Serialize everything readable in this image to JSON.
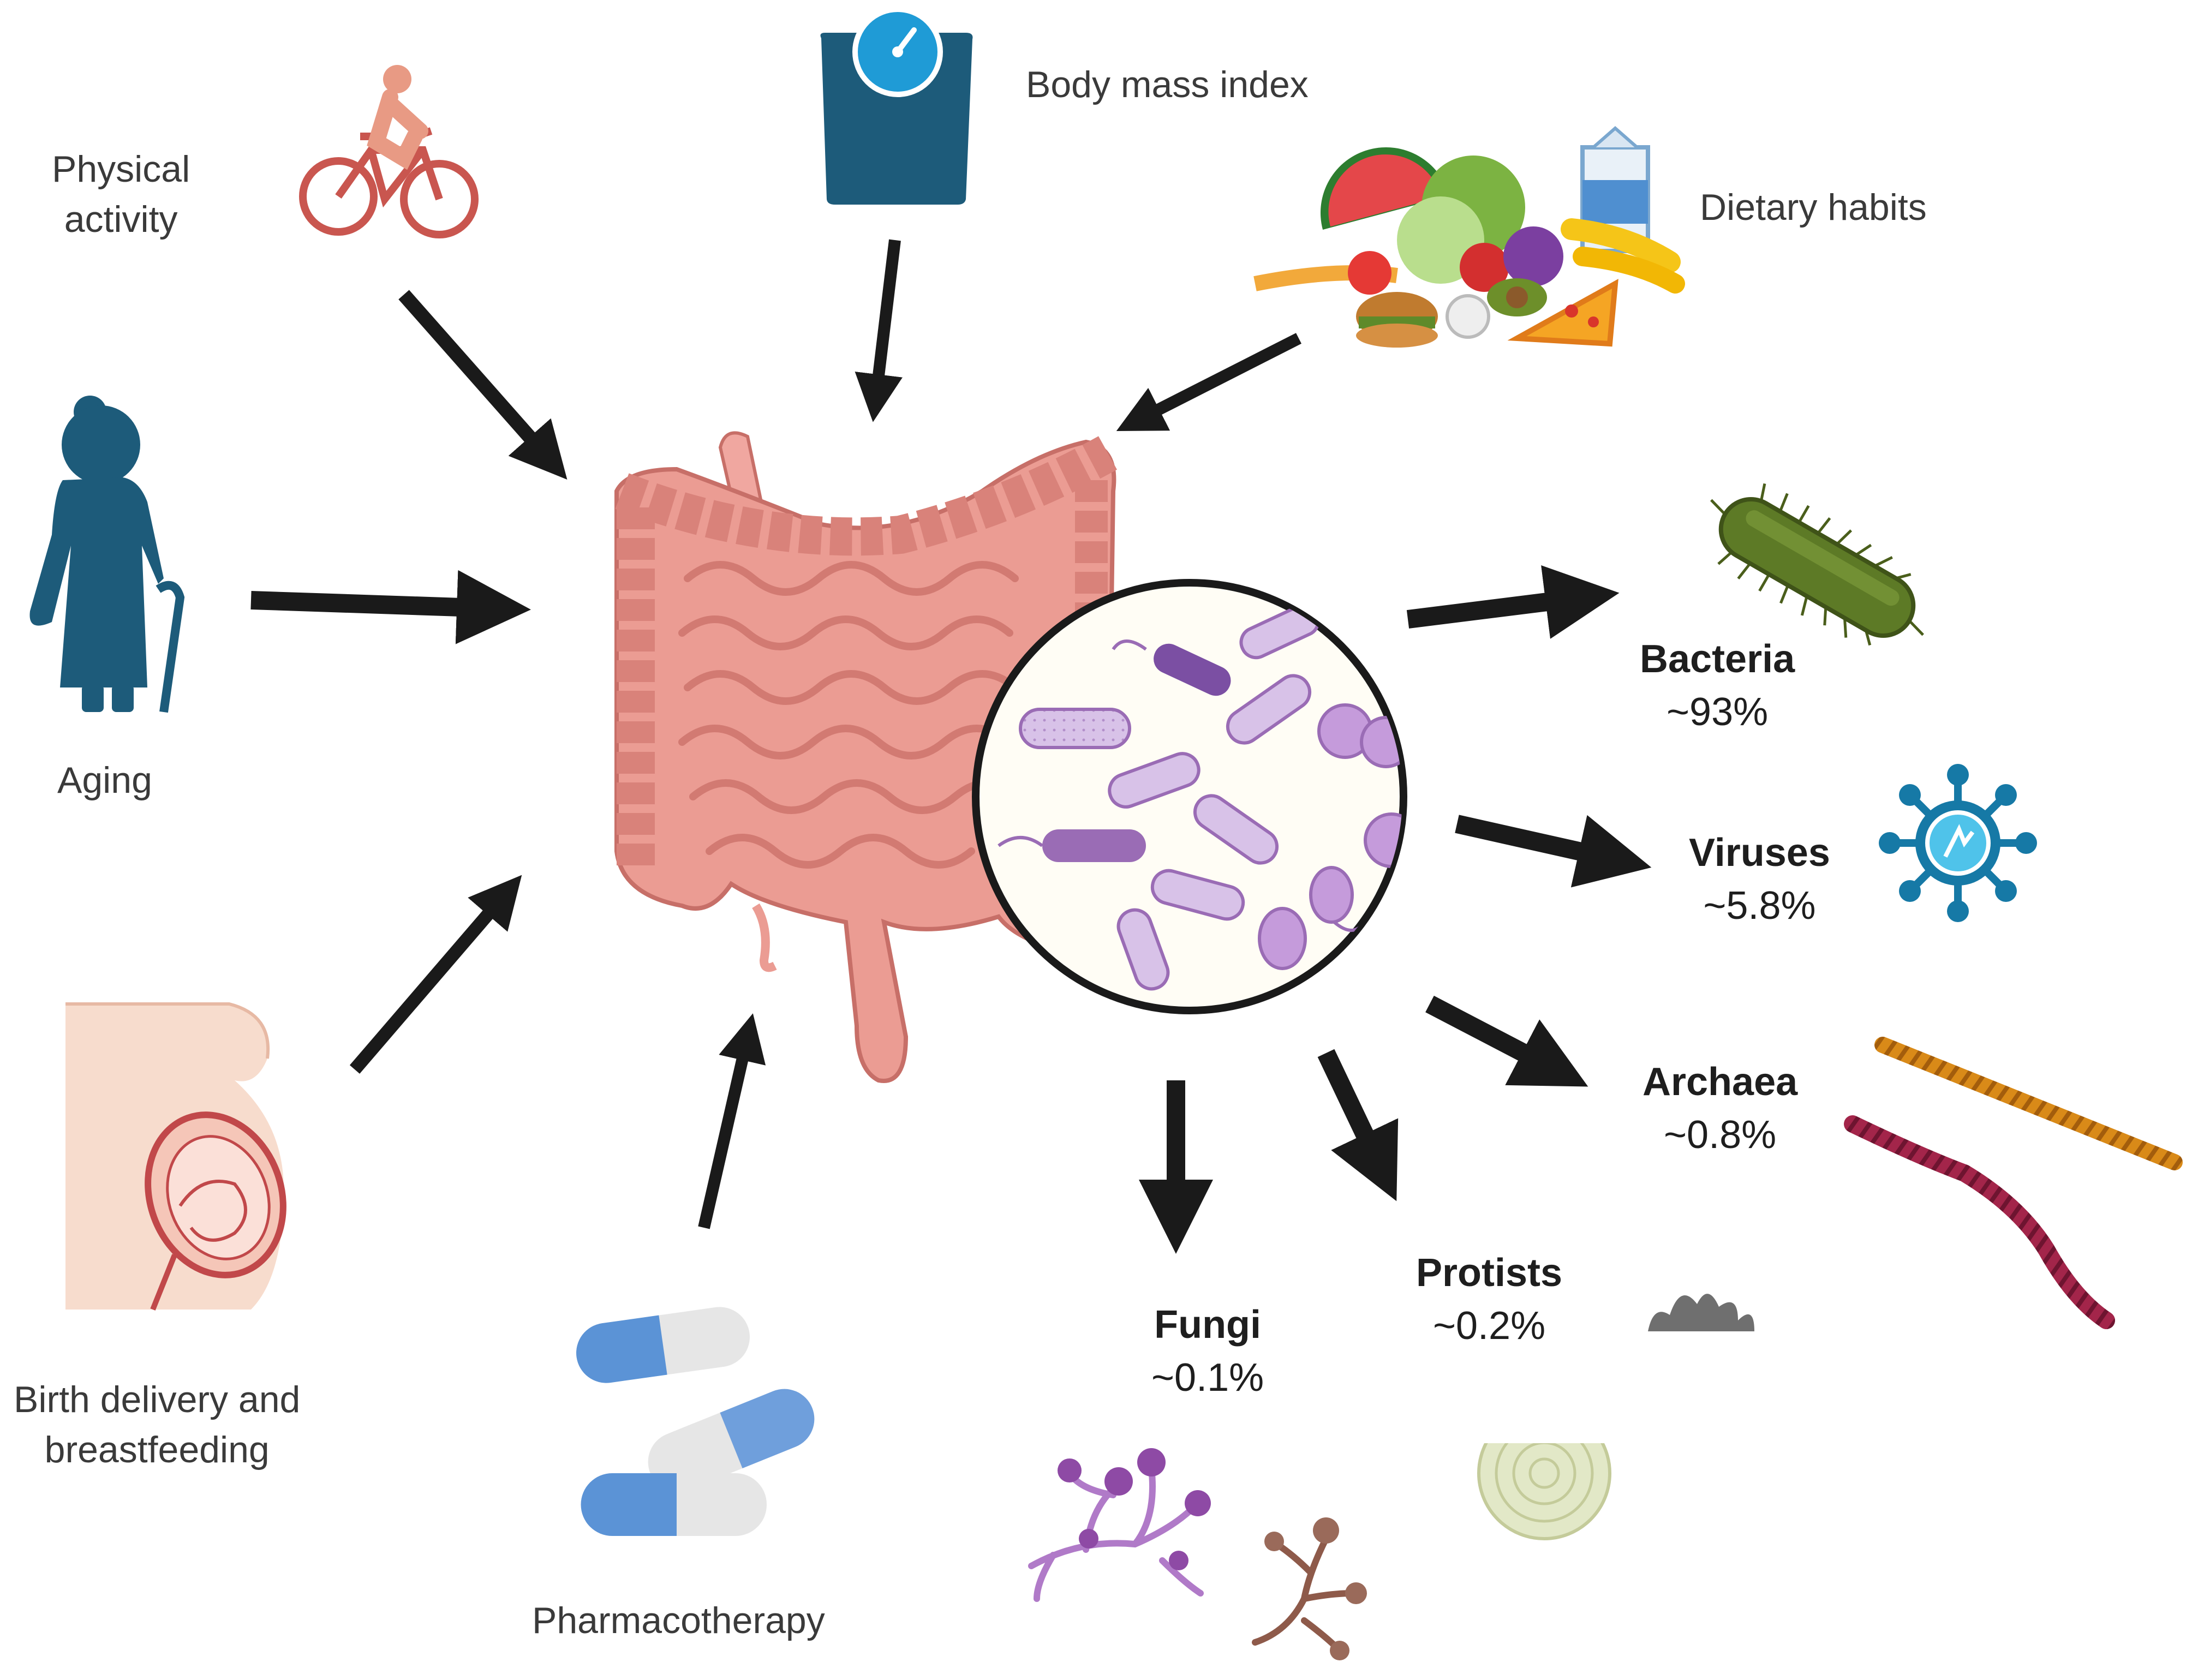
{
  "factors": {
    "physical_activity": {
      "line1": "Physical",
      "line2": "activity",
      "icon": "cyclist-icon"
    },
    "body_mass_index": {
      "label": "Body mass index",
      "icon": "weighing-scale-icon"
    },
    "dietary_habits": {
      "label": "Dietary habits",
      "icon": "food-icon"
    },
    "aging": {
      "label": "Aging",
      "icon": "elderly-person-icon"
    },
    "birth": {
      "line1": "Birth delivery and",
      "line2": "breastfeeding",
      "icon": "pregnancy-icon"
    },
    "pharmacotherapy": {
      "label": "Pharmacotherapy",
      "icon": "pills-icon"
    }
  },
  "center": {
    "organ": "intestine-icon",
    "detail": "microbes-magnifier"
  },
  "microbiota": [
    {
      "key": "bacteria",
      "name": "Bacteria",
      "share": "~93%",
      "icon": "bacterium-icon"
    },
    {
      "key": "viruses",
      "name": "Viruses",
      "share": "~5.8%",
      "icon": "virus-icon"
    },
    {
      "key": "archaea",
      "name": "Archaea",
      "share": "~0.8%",
      "icon": "archaea-icon"
    },
    {
      "key": "protists",
      "name": "Protists",
      "share": "~0.2%",
      "icon": "protist-icon"
    },
    {
      "key": "fungi",
      "name": "Fungi",
      "share": "~0.1%",
      "icon": "fungi-icon"
    }
  ],
  "colors": {
    "intestine": "#eb9c93",
    "intestine_dark": "#c76f68",
    "teal": "#1e6080",
    "cyclist": "#c9564f",
    "bacterium": "#5d7a26",
    "virus_blue": "#1679a6",
    "microbe_purple": "#c7a5d9",
    "arrow": "#1a1a1a"
  }
}
